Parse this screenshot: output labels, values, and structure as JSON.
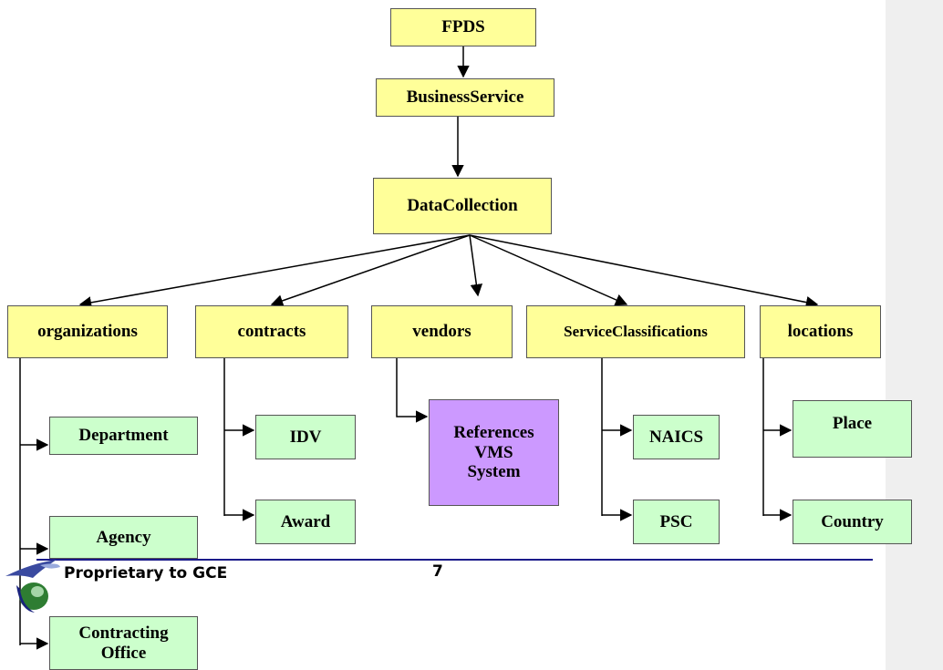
{
  "nodes": {
    "fpds": "FPDS",
    "business_service": "BusinessService",
    "data_collection": "DataCollection",
    "organizations": "organizations",
    "contracts": "contracts",
    "vendors": "vendors",
    "service_classifications": "ServiceClassifications",
    "locations": "locations",
    "department": "Department",
    "agency": "Agency",
    "contracting_office_line1": "Contracting",
    "contracting_office_line2": "Office",
    "idv": "IDV",
    "award": "Award",
    "references_line1": "References",
    "references_line2": "VMS",
    "references_line3": "System",
    "naics": "NAICS",
    "psc": "PSC",
    "place": "Place",
    "country": "Country"
  },
  "footer": {
    "proprietary": "Proprietary to GCE",
    "page_number": "7"
  },
  "colors": {
    "yellow": "#ffff99",
    "green": "#ccffcc",
    "purple": "#cc99ff",
    "footer_rule": "#1a1a8a"
  }
}
